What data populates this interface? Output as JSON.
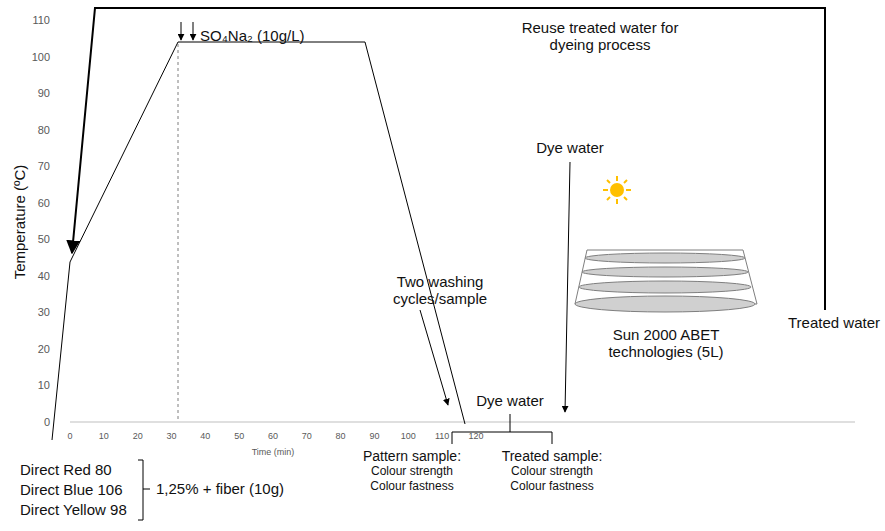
{
  "diagram": {
    "labels": [
      "Reuse treated water for dyeing process",
      "Temperature (ºC)",
      "110",
      "100",
      "90",
      "80",
      "70",
      "60",
      "50",
      "40",
      "30",
      "20",
      "10",
      "0",
      "0",
      "10",
      "20",
      "30",
      "40",
      "50",
      "60",
      "70",
      "80",
      "90",
      "100",
      "110",
      "120",
      "Time (min)",
      "SO₄Na₂ (10g/L)",
      "Dye water",
      "Two washing cycles/sample",
      "Dye water",
      "Sun 2000 ABET technologies (5L)",
      "Treated water",
      "Direct Red 80",
      "Direct Blue 106",
      "Direct Yellow 98",
      "1,25% + fiber (10g)",
      "Pattern sample:",
      "Colour strength",
      "Colour fastness",
      "Treated sample:",
      "Colour strength",
      "Colour fastness"
    ]
  }
}
